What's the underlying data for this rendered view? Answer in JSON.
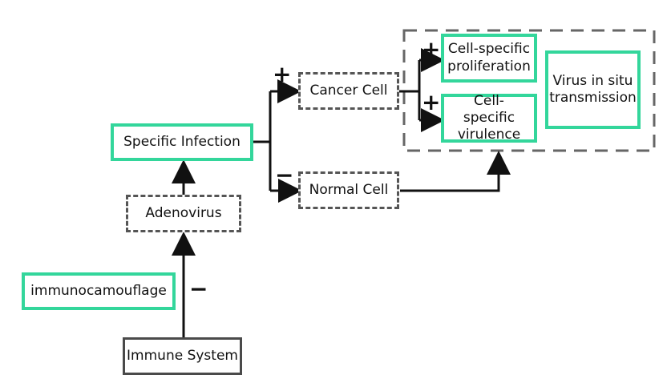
{
  "diagram": {
    "nodes": {
      "specific_infection": "Specific Infection",
      "adenovirus": "Adenovirus",
      "immunocamouflage": "immunocamouflage",
      "immune_system": "Immune System",
      "cancer_cell": "Cancer Cell",
      "normal_cell": "Normal Cell",
      "cell_specific_proliferation": "Cell-specific proliferation",
      "cell_specific_virulence": "Cell-specific virulence",
      "virus_in_situ_transmission": "Virus in situ transmission"
    },
    "signs": {
      "cancer_cell": "+",
      "normal_cell": "−",
      "proliferation": "+",
      "virulence": "+",
      "immune_system": "−"
    }
  },
  "colors": {
    "green_border": "#33d69b",
    "dashed_border": "#555555",
    "solid_border": "#4a4a4a",
    "arrow": "#111111"
  }
}
